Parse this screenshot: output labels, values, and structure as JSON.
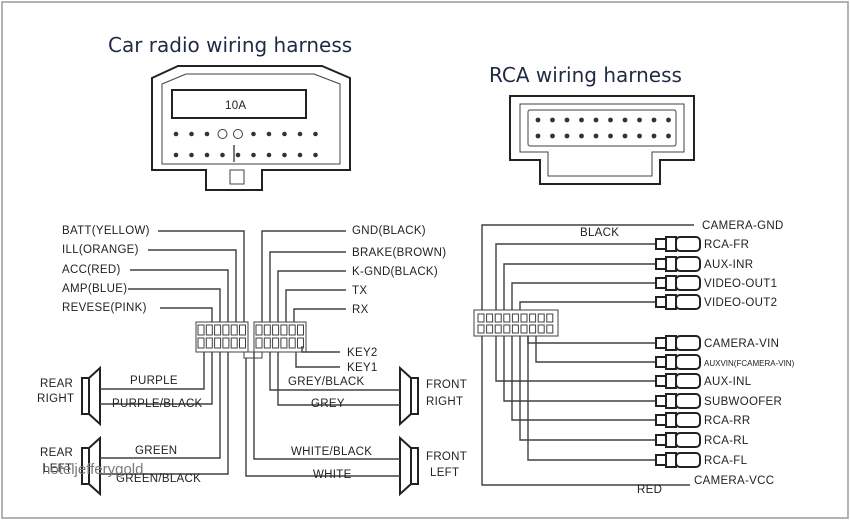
{
  "titles": {
    "car_radio": "Car radio wiring harness",
    "rca": "RCA wiring harness"
  },
  "connector_label": "10A",
  "left_labels": {
    "batt": "BATT(YELLOW)",
    "ill": "ILL(ORANGE)",
    "acc": "ACC(RED)",
    "amp": "AMP(BLUE)",
    "reverse": "REVESE(PINK)"
  },
  "right_labels": {
    "gnd": "GND(BLACK)",
    "brake": "BRAKE(BROWN)",
    "kgnd": "K-GND(BLACK)",
    "tx": "TX",
    "rx": "RX",
    "key2": "KEY2",
    "key1": "KEY1"
  },
  "speakers": {
    "rear_right": [
      "REAR",
      "RIGHT"
    ],
    "rear_left": [
      "REAR",
      "LEFT"
    ],
    "front_right": [
      "FRONT",
      "RIGHT"
    ],
    "front_left": [
      "FRONT",
      "LEFT"
    ]
  },
  "speaker_wires": {
    "purple": "PURPLE",
    "purple_black": "PURPLE/BLACK",
    "green": "GREEN",
    "green_black": "GREEN/BLACK",
    "grey_black": "GREY/BLACK",
    "grey": "GREY",
    "white_black": "WHITE/BLACK",
    "white": "WHITE"
  },
  "rca_outputs": [
    "RCA-FR",
    "AUX-INR",
    "VIDEO-OUT1",
    "VIDEO-OUT2",
    "CAMERA-VIN",
    "AUXVIN(FCAMERA-VIN)",
    "AUX-INL",
    "SUBWOOFER",
    "RCA-RR",
    "RCA-RL",
    "RCA-FL"
  ],
  "rca_wires": {
    "camera_gnd": "CAMERA-GND",
    "black": "BLACK",
    "camera_vcc": "CAMERA-VCC",
    "red": "RED"
  },
  "watermark": "hoteljefferygold"
}
